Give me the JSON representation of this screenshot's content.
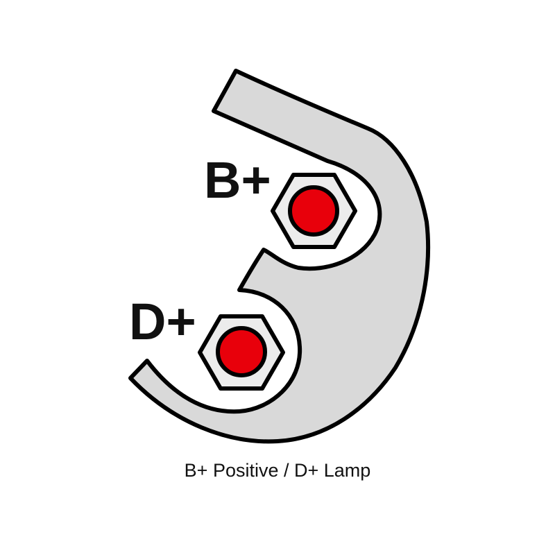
{
  "terminals": [
    {
      "label": "B+",
      "stud_color": "#e8000b"
    },
    {
      "label": "D+",
      "stud_color": "#e8000b"
    }
  ],
  "caption": "B+ Positive / D+ Lamp",
  "colors": {
    "bracket_fill": "#d9d9d9",
    "outline": "#000000",
    "nut_fill": "#ececec",
    "stud": "#e8000b"
  }
}
